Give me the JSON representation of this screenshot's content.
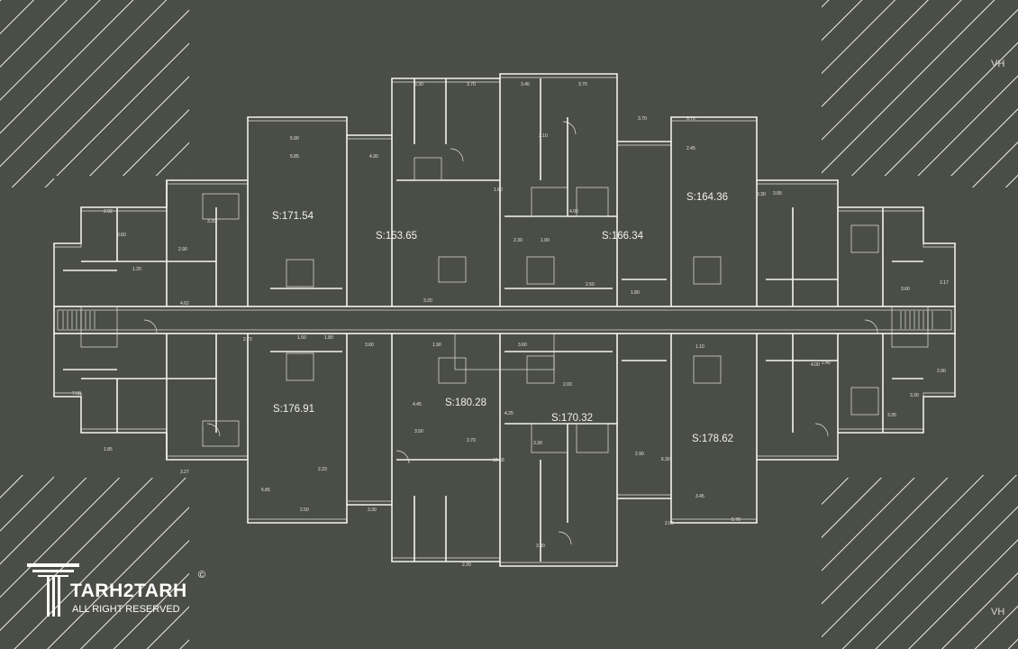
{
  "plan": {
    "areas": [
      "S:171.54",
      "S:153.65",
      "S:166.34",
      "S:164.36",
      "S:176.91",
      "S:180.28",
      "S:170.32",
      "S:178.62"
    ],
    "dimensions": [
      "5.90",
      "5.85",
      "4.30",
      "3.30",
      "3.70",
      "3.40",
      "3.70",
      "3.70",
      "5.70",
      "2.45",
      "3.05",
      "2.92",
      "3.60",
      "2.90",
      "1.20",
      "4.62",
      "3.20",
      "3.20",
      "2.50",
      "1.80",
      "3.30",
      "3.60",
      "3.17",
      "2.72",
      "1.50",
      "1.80",
      "3.60",
      "1.90",
      "3.60",
      "2.00",
      "1.10",
      "4.00",
      "2.90",
      "3.30",
      "1.85",
      "3.27",
      "2.23",
      "5.85",
      "2.50",
      "3.30",
      "3.50",
      "3.70",
      "3.30",
      "2.90",
      "3.45",
      "5.70",
      "2.00",
      "3.40",
      "2.20",
      "4.45",
      "12.60",
      "4.25",
      "6.30",
      "3.35",
      "7.58",
      "3.10",
      "4.00",
      "1.60",
      "2.30",
      "1.00",
      "2.40"
    ],
    "corner_marks": [
      "VH",
      "VH"
    ]
  },
  "logo": {
    "brand": "TARH2TARH",
    "tagline": "ALL RIGHT RESERVED",
    "copyright": "©"
  },
  "colors": {
    "background": "#4b4d47",
    "lines": "#f4f4f0"
  }
}
